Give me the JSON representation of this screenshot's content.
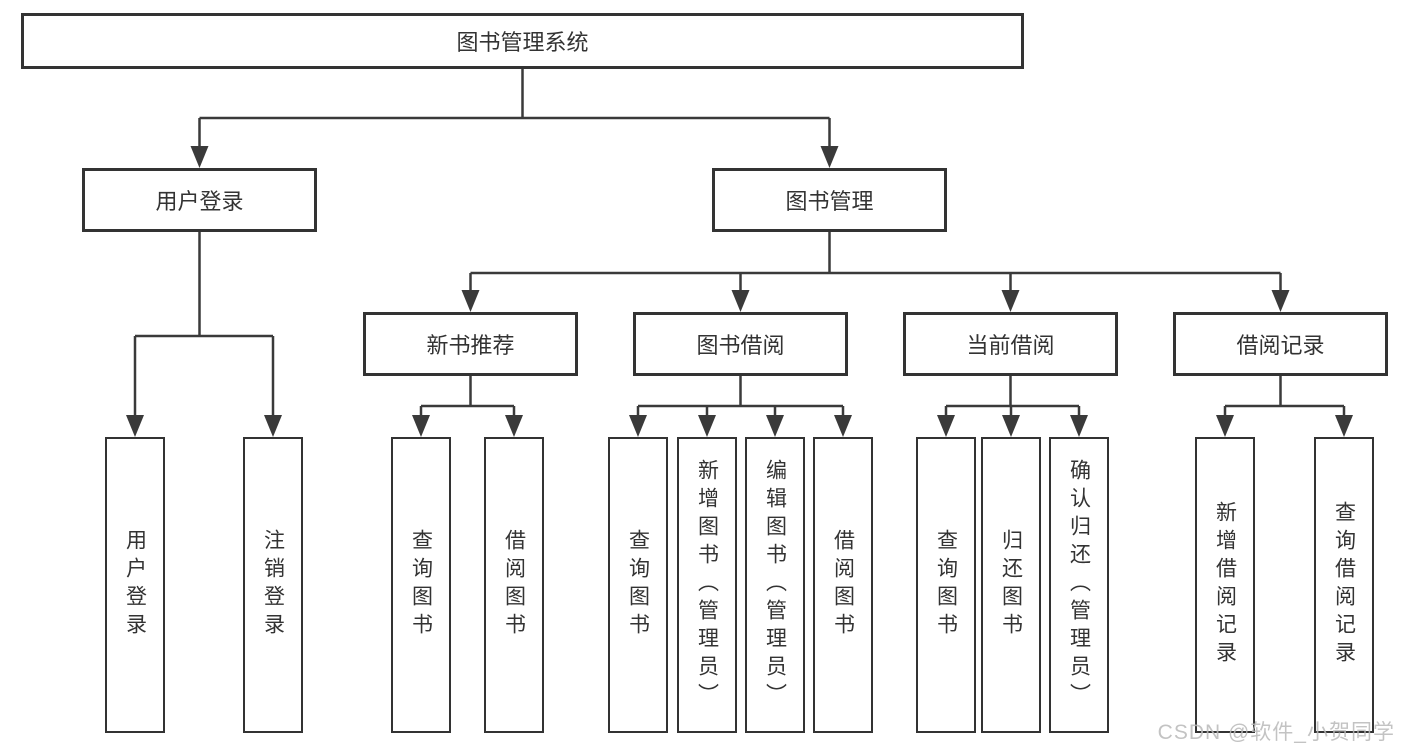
{
  "tree": {
    "root": {
      "label": "图书管理系统"
    },
    "level2": [
      {
        "label": "用户登录",
        "children": [
          "用户登录",
          "注销登录"
        ]
      },
      {
        "label": "图书管理"
      }
    ],
    "level3": [
      {
        "label": "新书推荐",
        "children": [
          "查询图书",
          "借阅图书"
        ]
      },
      {
        "label": "图书借阅",
        "children": [
          "查询图书",
          "新增图书（管理员）",
          "编辑图书（管理员）",
          "借阅图书"
        ]
      },
      {
        "label": "当前借阅",
        "children": [
          "查询图书",
          "归还图书",
          "确认归还（管理员）"
        ]
      },
      {
        "label": "借阅记录",
        "children": [
          "新增借阅记录",
          "查询借阅记录"
        ]
      }
    ]
  },
  "watermark": "CSDN @软件_小贺同学",
  "colors": {
    "line": "#3a3a3a",
    "border": "#333333",
    "text": "#333333",
    "watermark": "#b9b9b9",
    "bg": "#ffffff"
  }
}
